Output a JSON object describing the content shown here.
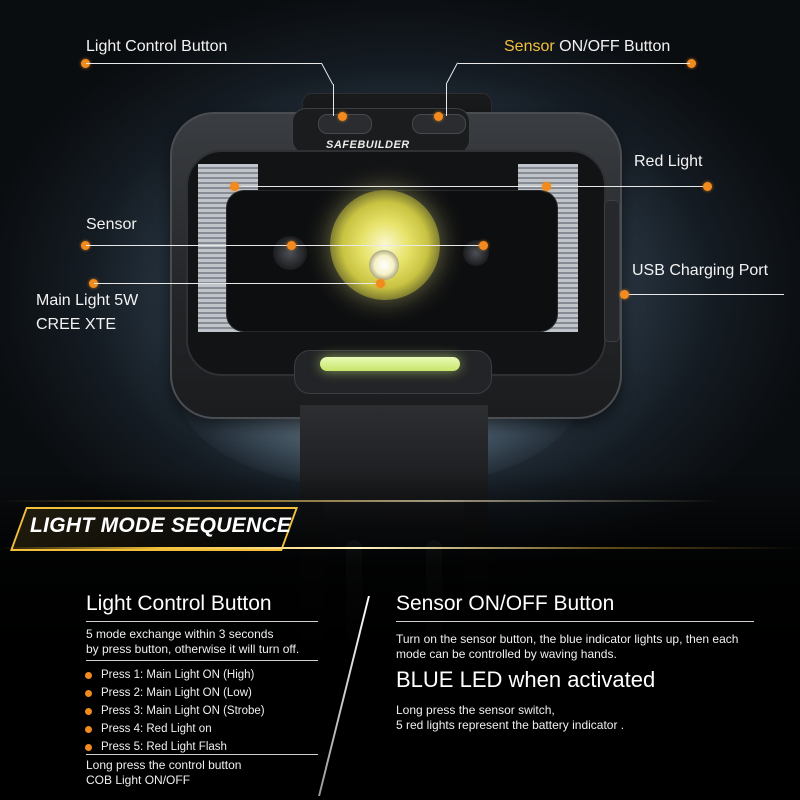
{
  "brand": "SAFEBUILDER",
  "callouts": {
    "light_control_button": "Light Control Button",
    "sensor_on_off_highlight": "Sensor",
    "sensor_on_off_rest": " ON/OFF Button",
    "red_light": "Red Light",
    "sensor": "Sensor",
    "usb_charging_port": "USB Charging Port",
    "main_light_line1": "Main Light 5W",
    "main_light_line2": "CREE XTE"
  },
  "banner": {
    "title": "LIGHT MODE SEQUENCE"
  },
  "left_panel": {
    "title": "Light Control Button",
    "desc_line1": "5 mode exchange within 3 seconds",
    "desc_line2": "by press button, otherwise it will turn off.",
    "presses": [
      "Press 1: Main Light ON (High)",
      "Press 2: Main Light ON (Low)",
      "Press 3: Main Light ON (Strobe)",
      "Press 4: Red Light on",
      "Press 5: Red Light Flash"
    ],
    "long_press_line1": "Long press the control button",
    "long_press_line2": "COB Light ON/OFF"
  },
  "right_panel": {
    "title": "Sensor ON/OFF Button",
    "desc_line1": "Turn on the sensor button, the blue indicator lights up, then each",
    "desc_line2": "mode can be controlled by waving hands.",
    "blue_led": "BLUE LED when activated",
    "long_press_line1": "Long press the sensor switch,",
    "long_press_line2": "5 red lights represent the battery indicator ."
  },
  "colors": {
    "accent_orange": "#f28b1e",
    "accent_gold": "#f2c03a",
    "lens_yellow": "#e7e36a"
  }
}
